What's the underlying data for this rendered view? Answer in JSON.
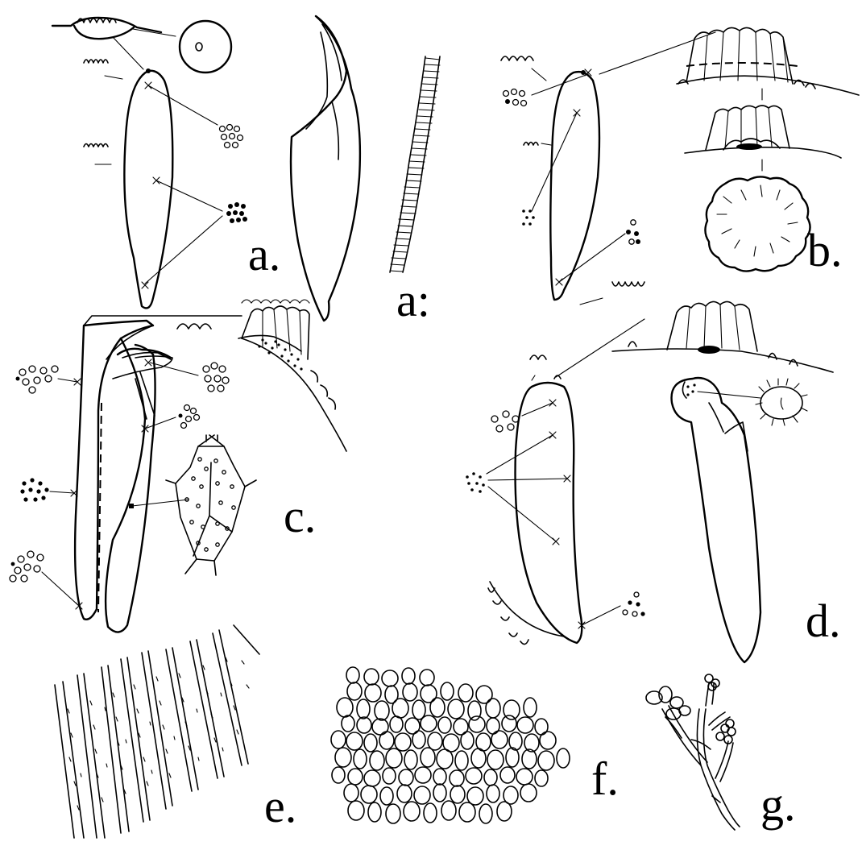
{
  "figure": {
    "labels": {
      "a": "a.",
      "a_prime": "a:",
      "b": "b.",
      "c": "c.",
      "d": "d.",
      "e": "e.",
      "f": "f.",
      "g": "g."
    },
    "colors": {
      "ink": "#000000",
      "paper": "#ffffff"
    }
  }
}
